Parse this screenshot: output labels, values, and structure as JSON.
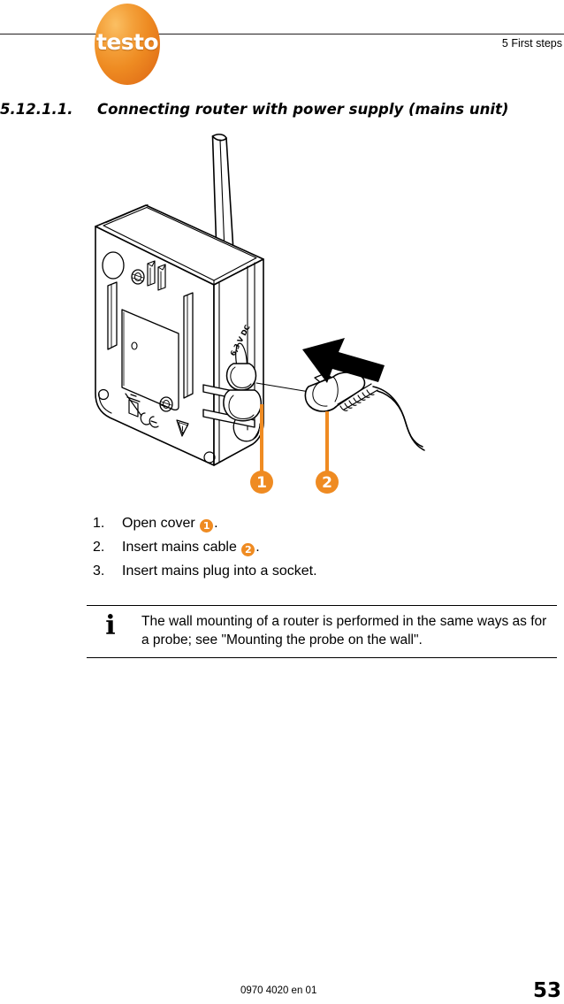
{
  "header": {
    "logo_text": "testo",
    "logo_color": "#ee8b22",
    "section_label": "5 First steps"
  },
  "heading": {
    "number": "5.12.1.1.",
    "title": "Connecting router with power supply (mains unit)"
  },
  "illustration": {
    "alt": "Line drawing of a testo radio router with antenna; the rubber cover of the power socket is opened and a mains unit plug is being inserted in the direction of the arrow",
    "callouts": [
      {
        "id": "1",
        "label": "1",
        "meaning": "opened socket cover"
      },
      {
        "id": "2",
        "label": "2",
        "meaning": "mains cable plug"
      }
    ],
    "device_labels": {
      "power_rating": "6,3 V DC"
    },
    "badge_color": "#ef8b22",
    "line_color": "#000000"
  },
  "steps": [
    {
      "number": "1.",
      "text_before": "Open cover ",
      "badge": "1",
      "text_after": "."
    },
    {
      "number": "2.",
      "text_before": "Insert mains cable ",
      "badge": "2",
      "text_after": "."
    },
    {
      "number": "3.",
      "text_before": "Insert mains plug into a socket.",
      "badge": "",
      "text_after": ""
    }
  ],
  "note": {
    "icon": "i",
    "icon_name": "information-icon",
    "text": "The wall mounting of a router is performed in the same ways as for a probe; see \"Mounting the probe on the wall\"."
  },
  "footer": {
    "document_number": "0970 4020 en 01",
    "page_number": "53"
  }
}
